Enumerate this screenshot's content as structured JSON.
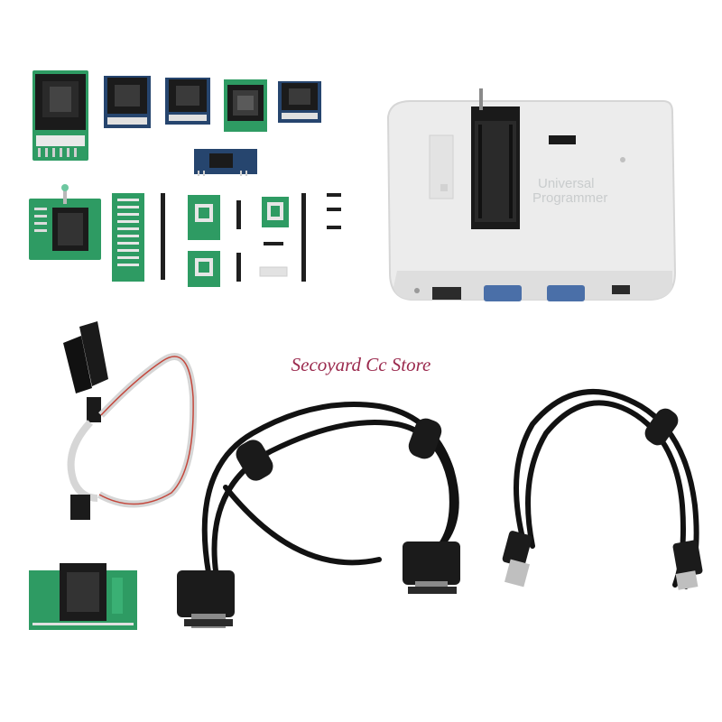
{
  "watermark": {
    "text": "Secoyard Cc Store",
    "color": "#9b2a4e"
  },
  "programmer": {
    "label_line1": "Universal",
    "label_line2": "Programmer"
  },
  "palette": {
    "pcb_green": "#2e9b63",
    "pcb_blue": "#26456e",
    "socket_black": "#1b1b1b",
    "case_white": "#ececec",
    "vga_blue": "#4a6fa8",
    "cable_black": "#121212"
  }
}
